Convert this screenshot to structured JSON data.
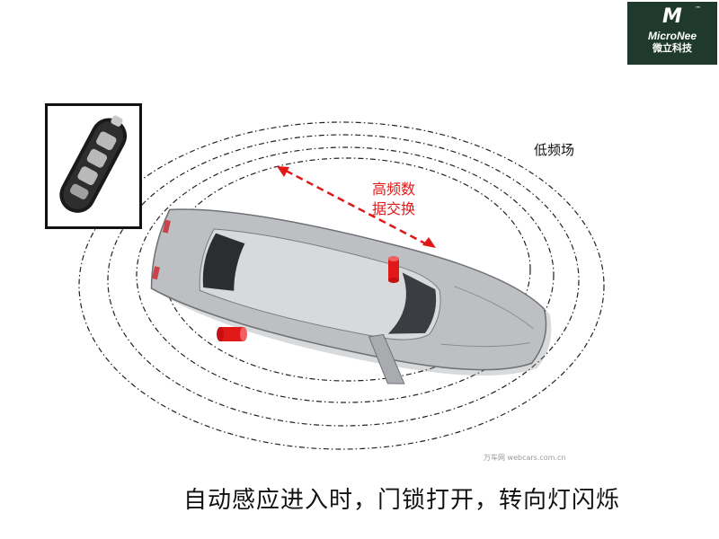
{
  "logo": {
    "mark": "M",
    "tm": "™",
    "brand": "MicroNee",
    "chinese": "微立科技"
  },
  "labels": {
    "low_frequency_field": "低频场",
    "high_freq_line1": "高频数",
    "high_freq_line2": "据交换"
  },
  "watermark": "万车网 webcars.com.cn",
  "caption": "自动感应进入时，门锁打开，转向灯闪烁",
  "colors": {
    "accent_red": "#e01818",
    "logo_bg": "#1f3a2c",
    "ring_stroke": "#222222",
    "car_body": "#bdbfc2"
  },
  "icons": {
    "key_fob": "key-fob-icon",
    "sensor_rear": "sensor-cylinder-icon",
    "sensor_door": "sensor-cylinder-icon"
  }
}
